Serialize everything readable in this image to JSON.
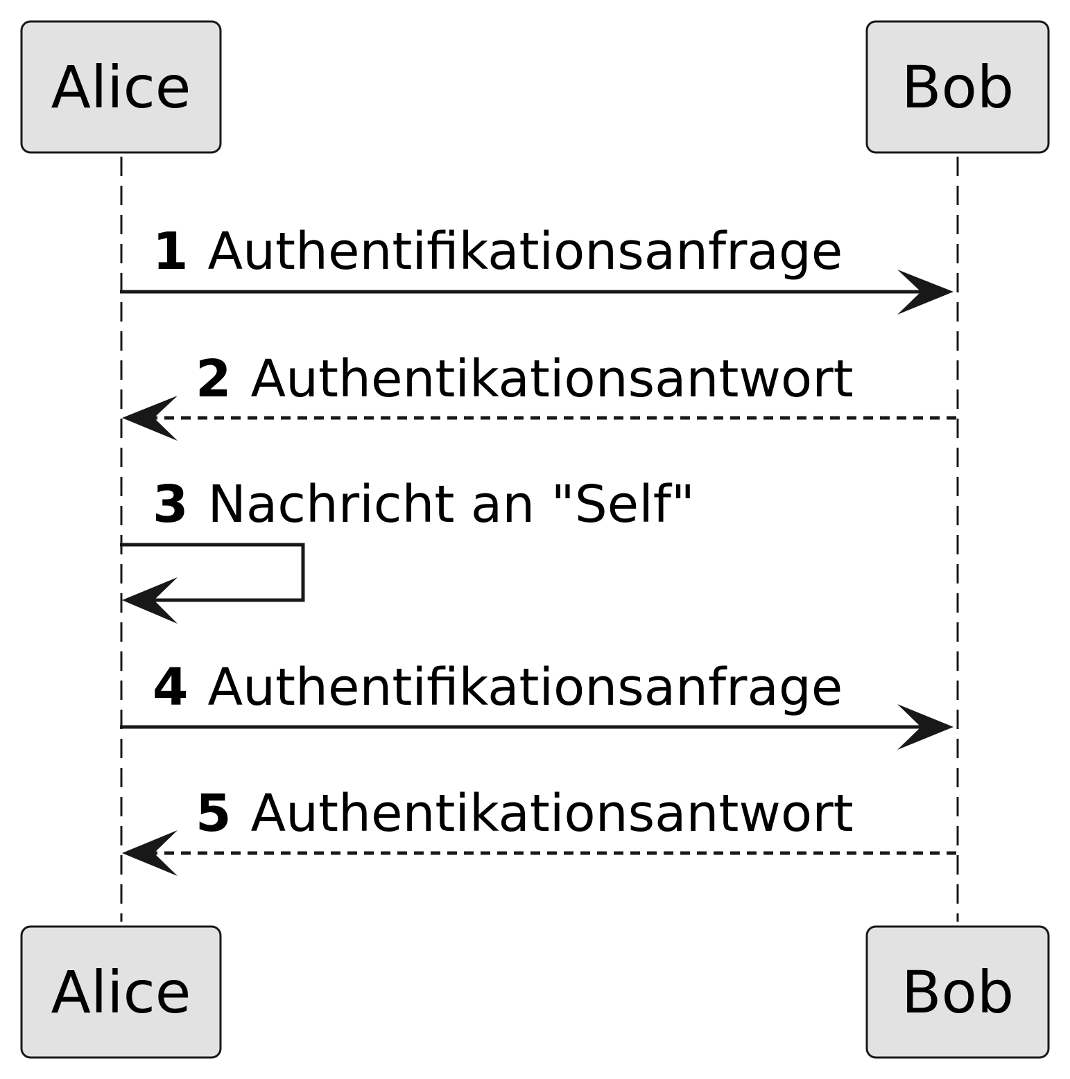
{
  "diagram": {
    "type": "sequence",
    "participants": [
      {
        "id": "alice",
        "label": "Alice"
      },
      {
        "id": "bob",
        "label": "Bob"
      }
    ],
    "messages": [
      {
        "number": "1",
        "label": "Authentifikationsanfrage",
        "from": "alice",
        "to": "bob",
        "style": "solid"
      },
      {
        "number": "2",
        "label": "Authentikationsantwort",
        "from": "bob",
        "to": "alice",
        "style": "dashed"
      },
      {
        "number": "3",
        "label": "Nachricht an \"Self\"",
        "from": "alice",
        "to": "alice",
        "style": "solid"
      },
      {
        "number": "4",
        "label": "Authentifikationsanfrage",
        "from": "alice",
        "to": "bob",
        "style": "solid"
      },
      {
        "number": "5",
        "label": "Authentikationsantwort",
        "from": "bob",
        "to": "alice",
        "style": "dashed"
      }
    ]
  }
}
